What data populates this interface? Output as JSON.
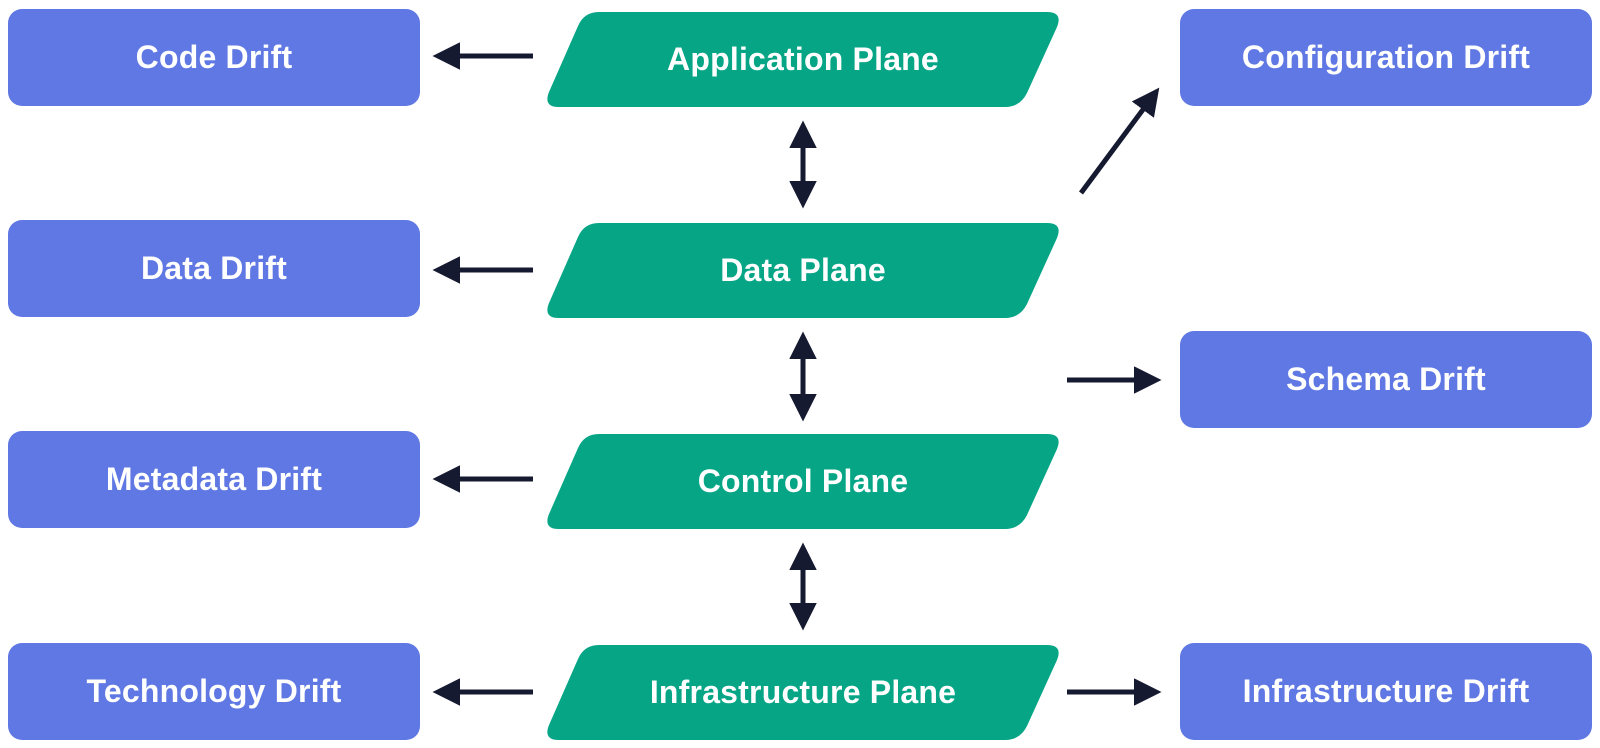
{
  "colors": {
    "drift_fill": "#5f78e3",
    "plane_fill": "#05a586",
    "arrow": "#151a30",
    "text": "#ffffff"
  },
  "planes": {
    "application": "Application Plane",
    "data": "Data Plane",
    "control": "Control Plane",
    "infrastructure": "Infrastructure Plane"
  },
  "drifts_left": {
    "code": "Code Drift",
    "data": "Data Drift",
    "metadata": "Metadata Drift",
    "technology": "Technology Drift"
  },
  "drifts_right": {
    "configuration": "Configuration Drift",
    "schema": "Schema Drift",
    "infrastructure": "Infrastructure Drift"
  }
}
